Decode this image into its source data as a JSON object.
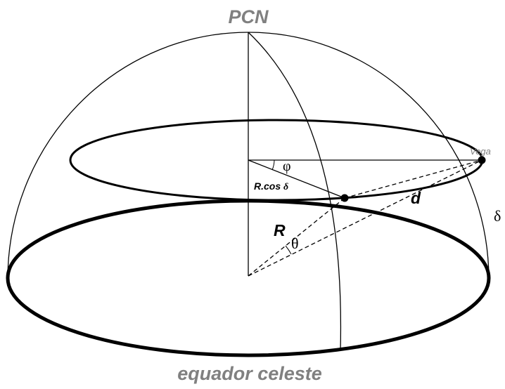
{
  "labels": {
    "pole": "PCN",
    "equator": "equador celeste",
    "star": "Vega",
    "phi": "φ",
    "theta": "θ",
    "delta": "δ",
    "radius": "R",
    "distance": "d",
    "r_cos": "R.cos ",
    "r_cos_delta": "δ"
  },
  "colors": {
    "line": "#000000",
    "label_gray": "#808080"
  }
}
